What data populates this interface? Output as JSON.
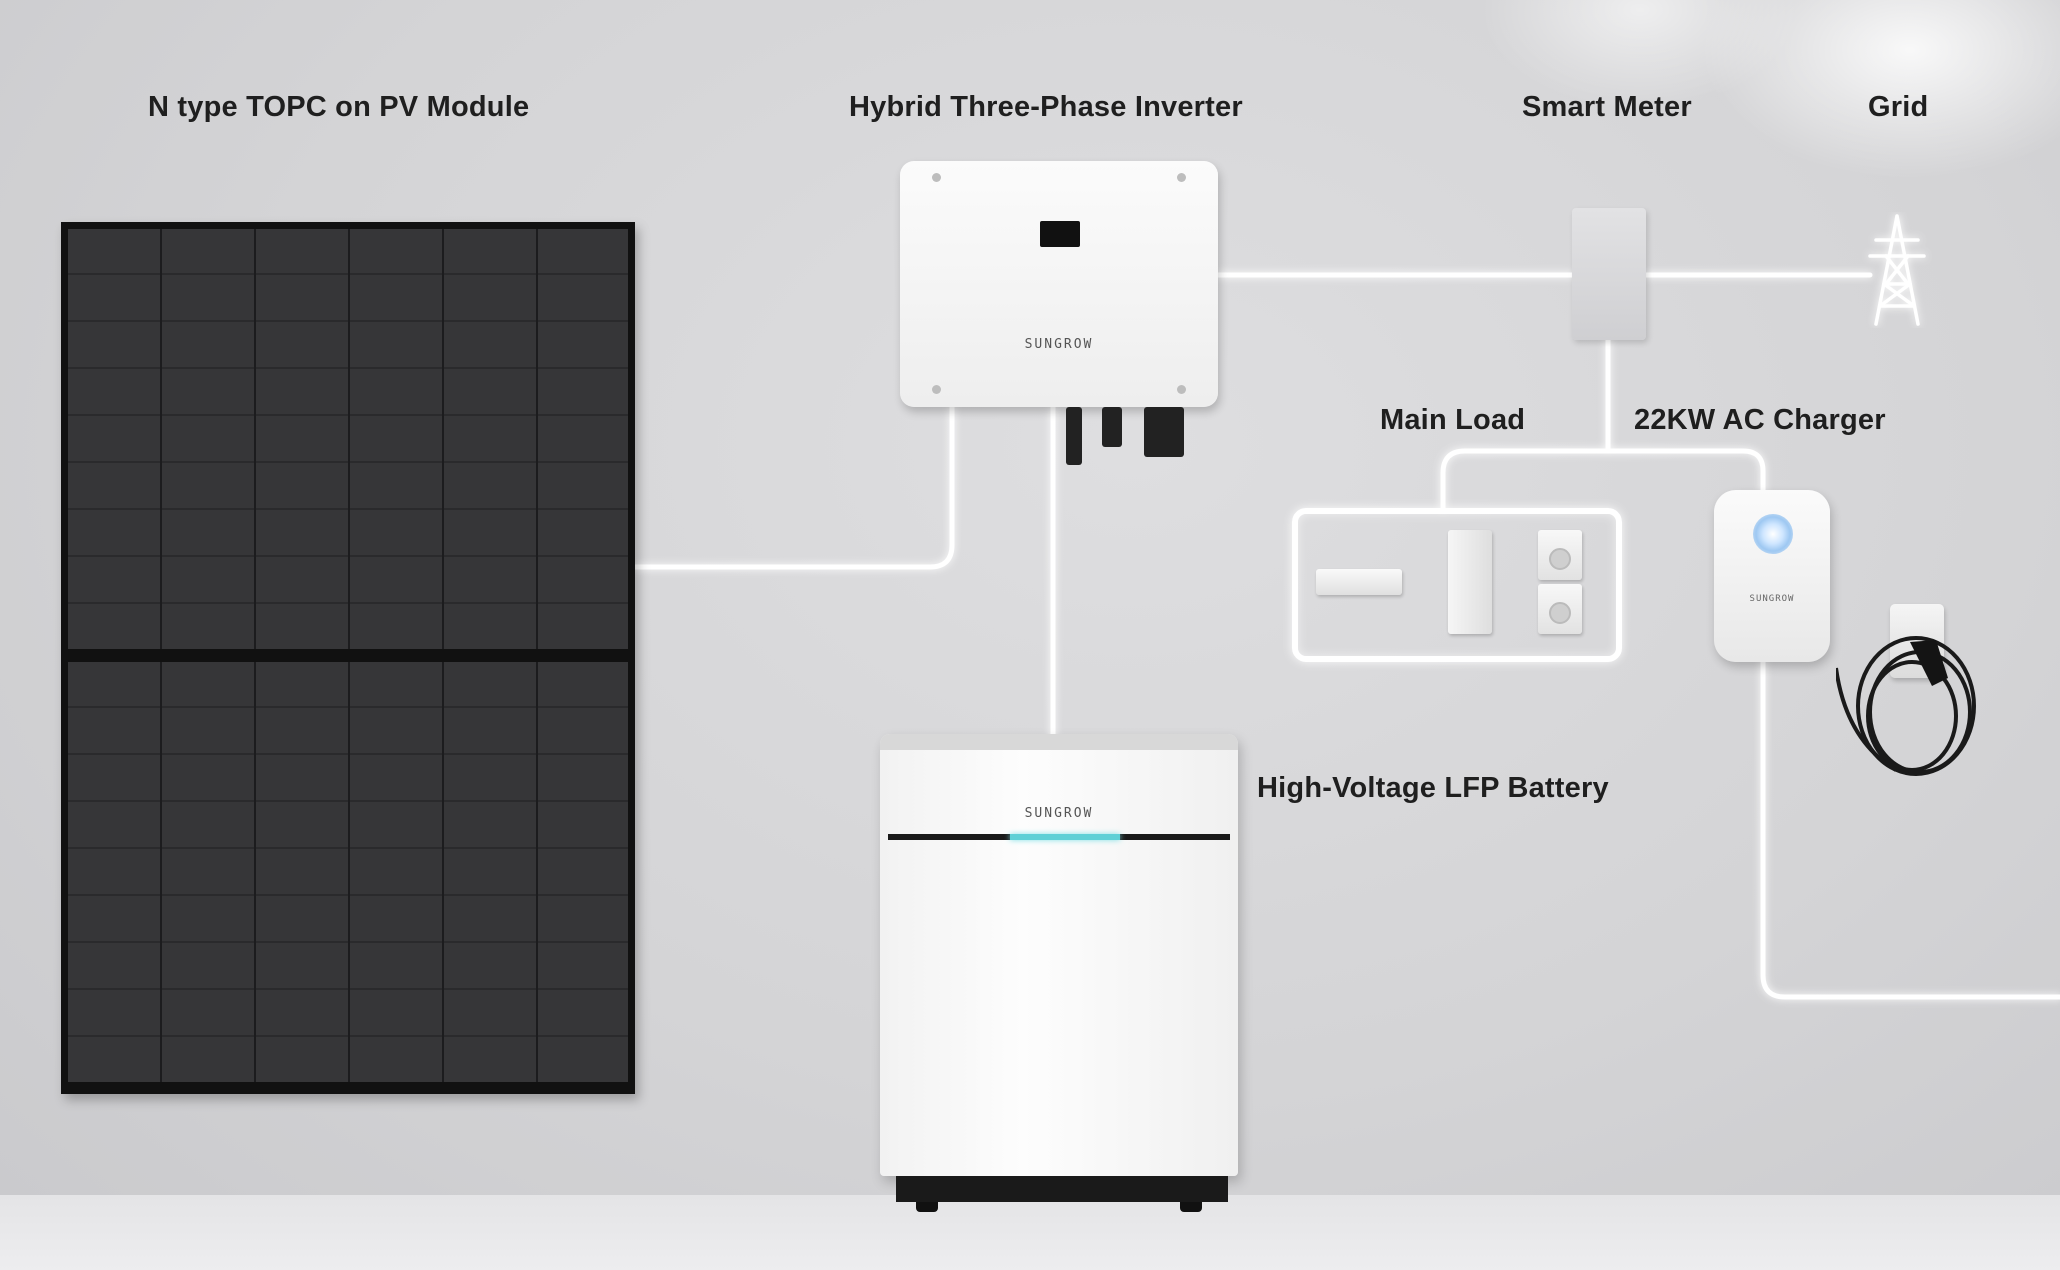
{
  "labels": {
    "pv_module": "N type TOPC on PV Module",
    "inverter": "Hybrid Three-Phase Inverter",
    "smart_meter": "Smart Meter",
    "grid": "Grid",
    "main_load": "Main Load",
    "ac_charger": "22KW AC Charger",
    "battery": "High-Voltage LFP Battery"
  },
  "brand": {
    "inverter": "SUNGROW",
    "charger": "SUNGROW",
    "battery": "SUNGROW"
  },
  "icons": {
    "grid": "transmission-tower-icon",
    "ac_unit": "air-conditioner-icon",
    "fridge": "refrigerator-icon",
    "washer": "washing-machine-icon",
    "plug": "ev-plug-icon"
  },
  "colors": {
    "wall": "#d3d3d5",
    "glow_wire": "#ffffff",
    "panel": "#363638",
    "battery_led": "#5fd0d6"
  }
}
